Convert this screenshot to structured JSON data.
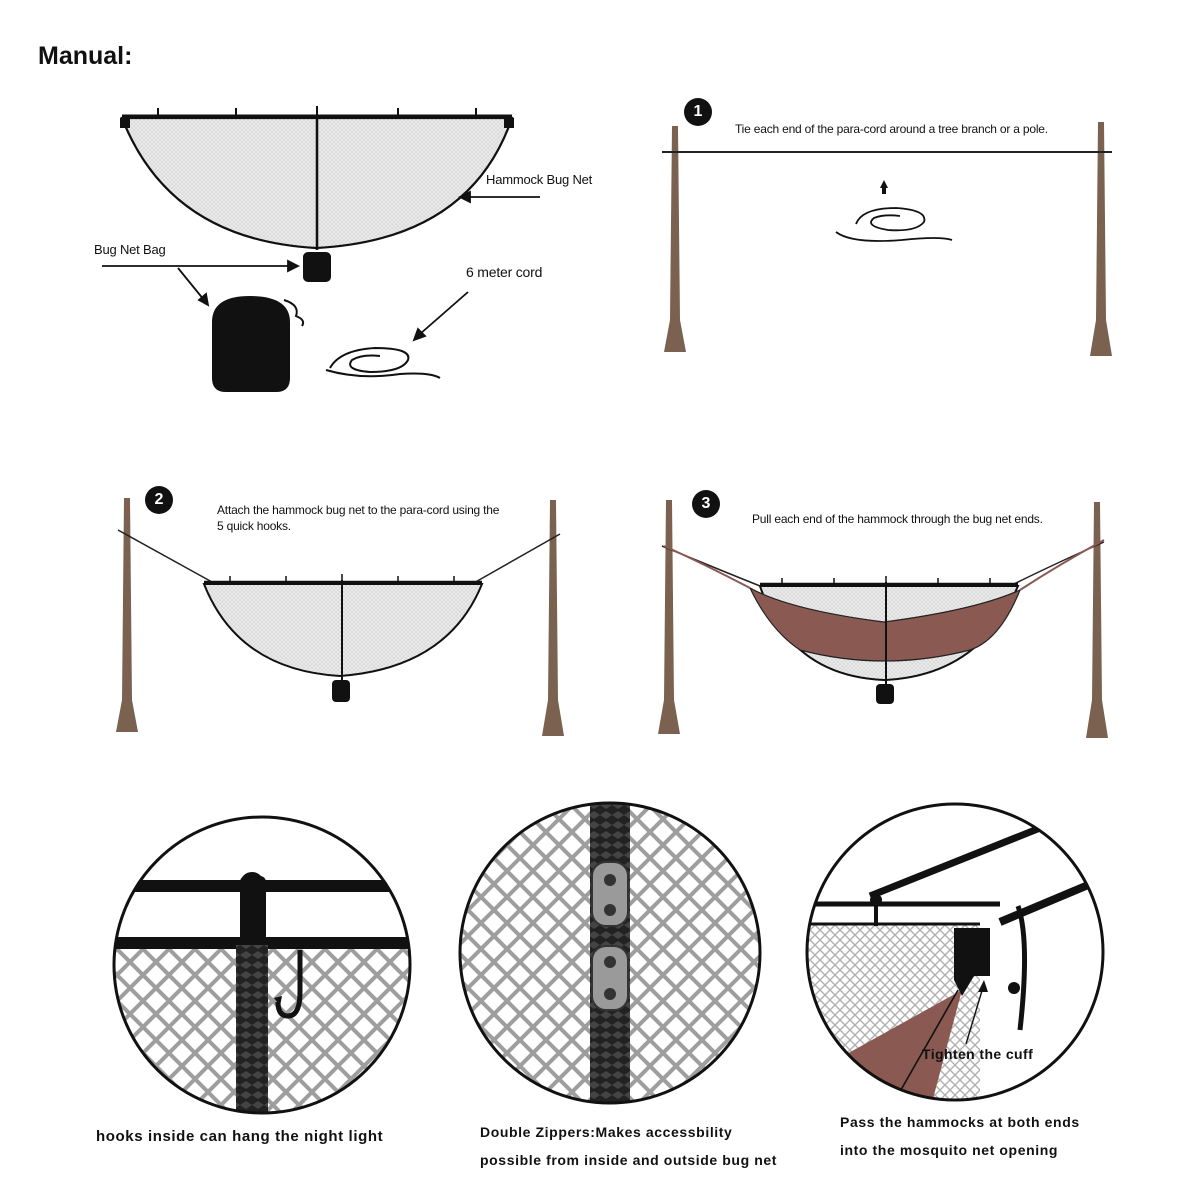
{
  "title": "Manual:",
  "parts": {
    "bug_net_label": "Hammock Bug Net",
    "bag_label": "Bug Net Bag",
    "cord_label": "6 meter cord"
  },
  "steps": [
    {
      "number": "1",
      "text": "Tie each end of the para-cord around a tree branch or a pole."
    },
    {
      "number": "2",
      "text_line1": "Attach the hammock bug net to the para-cord using the",
      "text_line2": "5 quick hooks."
    },
    {
      "number": "3",
      "text": "Pull each end of the hammock through the bug net ends."
    }
  ],
  "details": {
    "hooks_caption": "hooks inside can hang the night light",
    "zipper_caption_line1": "Double Zippers:Makes accessbility",
    "zipper_caption_line2": "possible from inside and outside bug net",
    "cuff_label": "Tighten the cuff",
    "cuff_caption_line1": "Pass the hammocks at both ends",
    "cuff_caption_line2": "into the mosquito net opening"
  },
  "colors": {
    "tree": "#7a6150",
    "hammock": "#8a5a52",
    "mesh": "#e6e6e6",
    "ink": "#111111"
  }
}
